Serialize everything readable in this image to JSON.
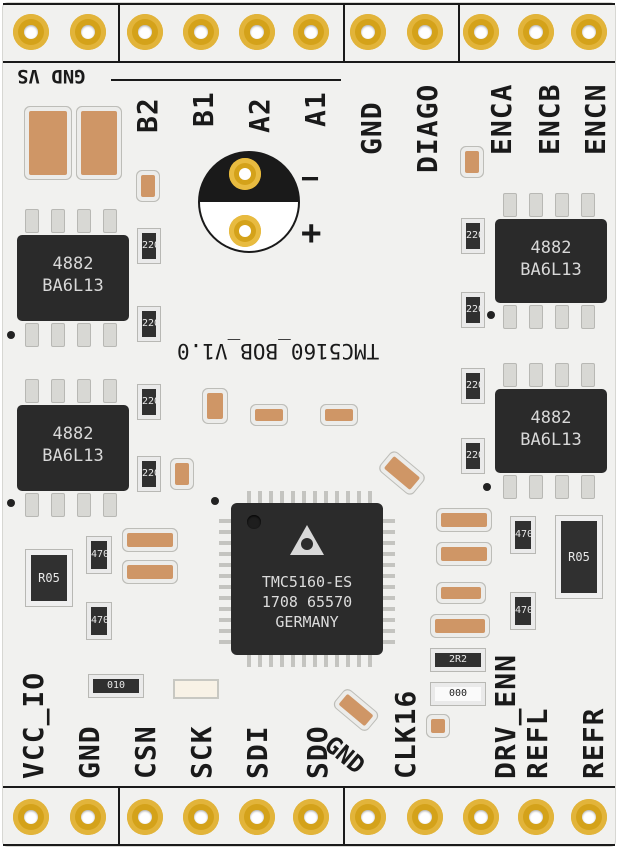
{
  "board": {
    "title": "TMC5160_BOB_V1.0",
    "gnd_vs_label": "GND VS",
    "power_minus": "−",
    "power_plus": "+"
  },
  "top_labels": [
    "B2",
    "B1",
    "A2",
    "A1",
    "GND",
    "DIAGO",
    "ENCA",
    "ENCB",
    "ENCN"
  ],
  "bottom_labels": [
    "VCC_IO",
    "GND",
    "CSN",
    "SCK",
    "SDI",
    "SDO",
    "GND",
    "CLK16",
    "DRV_ENN",
    "REFL",
    "REFR"
  ],
  "driver_chips": [
    {
      "line1": "4882",
      "line2": "BA6L13"
    },
    {
      "line1": "4882",
      "line2": "BA6L13"
    },
    {
      "line1": "4882",
      "line2": "BA6L13"
    },
    {
      "line1": "4882",
      "line2": "BA6L13"
    }
  ],
  "main_ic": {
    "line1": "TMC5160-ES",
    "line2": "1708 65570",
    "line3": "GERMANY"
  },
  "resistor_codes": {
    "r220": "220",
    "r470": "470",
    "r05": "R05",
    "r010": "010",
    "r2r2": "2R2",
    "r000": "000"
  },
  "colors": {
    "board": "#f1f1ef",
    "silkscreen": "#1a1a1a",
    "gold_pad": "#d4a21a",
    "chip": "#2a2a2a",
    "capacitor": "#cf9666"
  }
}
